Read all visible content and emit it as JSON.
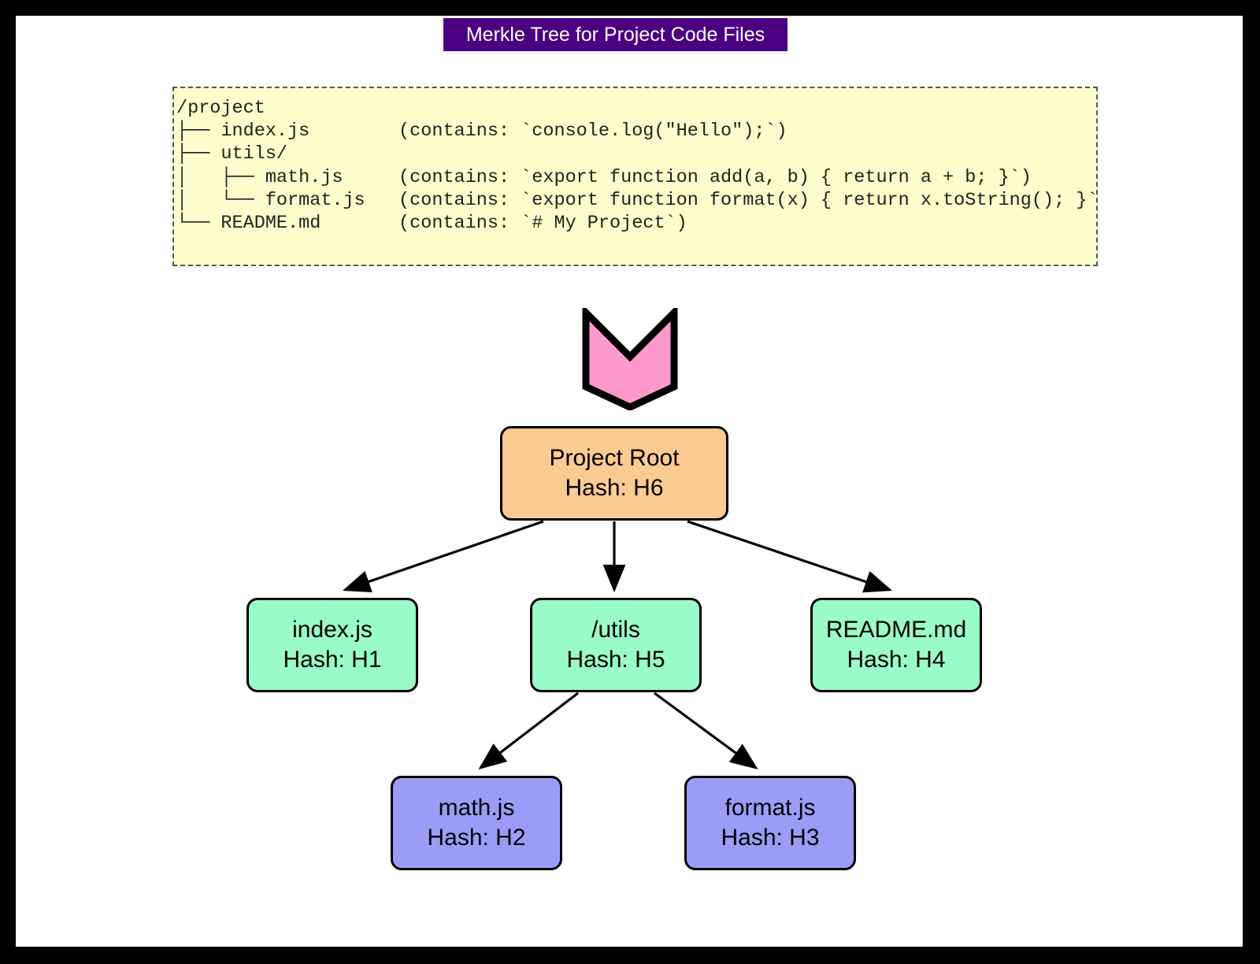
{
  "title": {
    "text": "Merkle Tree for Project Code Files",
    "background_color": "#4B0082",
    "text_color": "#FFFFFF"
  },
  "code_block": {
    "background_color": "#FCFCCC",
    "border_style": "dashed",
    "text": "/project\n├── index.js        (contains: `console.log(\"Hello\");`)\n├── utils/\n│   ├── math.js     (contains: `export function add(a, b) { return a + b; }`)\n│   └── format.js   (contains: `export function format(x) { return x.toString(); }`)\n└── README.md       (contains: `# My Project`)",
    "lines": [
      "/project",
      "├── index.js        (contains: `console.log(\"Hello\");`)",
      "├── utils/",
      "│   ├── math.js     (contains: `export function add(a, b) { return a + b; }`)",
      "│   └── format.js   (contains: `export function format(x) { return x.toString(); }`)",
      "└── README.md       (contains: `# My Project`)"
    ]
  },
  "chevron": {
    "fill_color": "#FF99CC",
    "stroke_color": "#000000",
    "direction": "down"
  },
  "tree": {
    "nodes": [
      {
        "id": "root",
        "line1": "Project Root",
        "line2": "Hash: H6",
        "color": "#FCCB92"
      },
      {
        "id": "index",
        "line1": "index.js",
        "line2": "Hash: H1",
        "color": "#99FBC8"
      },
      {
        "id": "utils",
        "line1": "/utils",
        "line2": "Hash: H5",
        "color": "#99FBC8"
      },
      {
        "id": "readme",
        "line1": "README.md",
        "line2": "Hash: H4",
        "color": "#99FBC8"
      },
      {
        "id": "math",
        "line1": "math.js",
        "line2": "Hash: H2",
        "color": "#9C9CF7"
      },
      {
        "id": "format",
        "line1": "format.js",
        "line2": "Hash: H3",
        "color": "#9C9CF7"
      }
    ],
    "edges": [
      {
        "from": "root",
        "to": "index"
      },
      {
        "from": "root",
        "to": "utils"
      },
      {
        "from": "root",
        "to": "readme"
      },
      {
        "from": "utils",
        "to": "math"
      },
      {
        "from": "utils",
        "to": "format"
      }
    ]
  },
  "frame": {
    "border_color": "#000000",
    "canvas_color": "#FFFFFF"
  }
}
